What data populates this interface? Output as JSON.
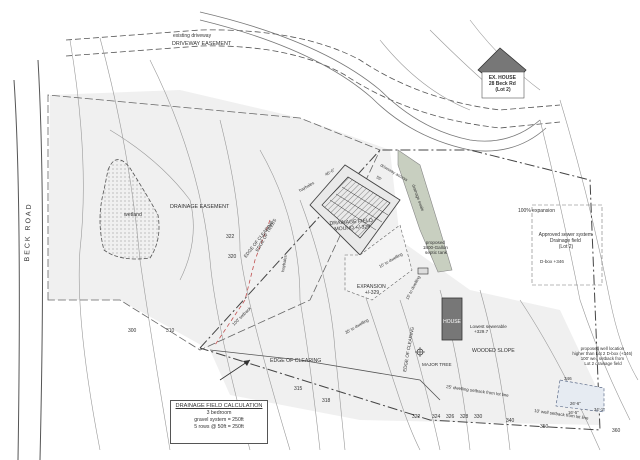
{
  "roads": {
    "beck_road": "BECK ROAD",
    "existing_driveway": "existing driveway",
    "driveway_easement": "DRIVEWAY EASEMENT"
  },
  "areas": {
    "wetland": "wetland",
    "drainage_easement": "DRAINAGE EASEMENT",
    "drainage_field_mound": "DRAINAGE FIELD\nMOUND +/-329",
    "expansion": "EXPANSION\n+/-329",
    "house": "HOUSE",
    "existing_house": "EX. HOUSE\n28 Beck Rd\n(Lot 2)",
    "wooded_slope": "WOODED SLOPE",
    "hundred_pct_expansion": "100% expansion",
    "approved_sewer": "Approved sewer system\nDrainage field\n(Lot 2)"
  },
  "notes": {
    "edge_of_trees": "EDGE OF TREES",
    "edge_of_clearing_1": "EDGE OF CLEARING",
    "edge_of_clearing_2": "EDGE OF CLEARING",
    "edge_of_clearing_3": "EDGE OF CLEARING",
    "septic_tank": "proposed\n1800-Gallon\nseptic tank",
    "lowest_sewerable": "Lowest sewerable\n+329.7",
    "major_tree": "MAJOR TREE",
    "d_box": "D-box +346",
    "well_note": "proposed well location\nhigher than Lot 2 D-box (+346)\n100' well setback from\nLot 2 drainage field",
    "dwelling_setback_25": "25' dwelling setback from lot line",
    "well_setback_10": "10' well setback from lot line",
    "setback_100": "100' setback",
    "dwelling_1": "10' to dwelling",
    "dwelling_2": "35' to dwelling",
    "dwelling_3": "15' to dwelling",
    "driveway_access": "driveway access",
    "swale": "drainage swale",
    "haybales_1": "haybales",
    "haybales_2": "haybales",
    "dim_26": "26'-6\"",
    "dim_34": "34'-1\"",
    "dim_16": "16'-5\"",
    "pt_346": "346",
    "dim_1": "46'-0\"",
    "dim_2": "55'"
  },
  "contours": {
    "c322": "322",
    "c320": "320",
    "c300": "300",
    "c310": "310",
    "c315": "315",
    "c318": "318",
    "c324": "324",
    "c326": "326",
    "c328": "328",
    "c330": "330",
    "c322b": "322",
    "c340": "340",
    "c350": "350",
    "c360": "360"
  },
  "calc": {
    "title": "DRAINAGE FIELD CALCULATION",
    "line1": "3 bedroom",
    "line2": "gravel system = 250ft",
    "line3": "5 rows @ 50ft = 250ft"
  },
  "colors": {
    "line": "#555555",
    "light": "#999999",
    "shade": "#eeeeee",
    "dark_fill": "#777777",
    "swale": "#c8cfc0",
    "red": "#c05050"
  }
}
